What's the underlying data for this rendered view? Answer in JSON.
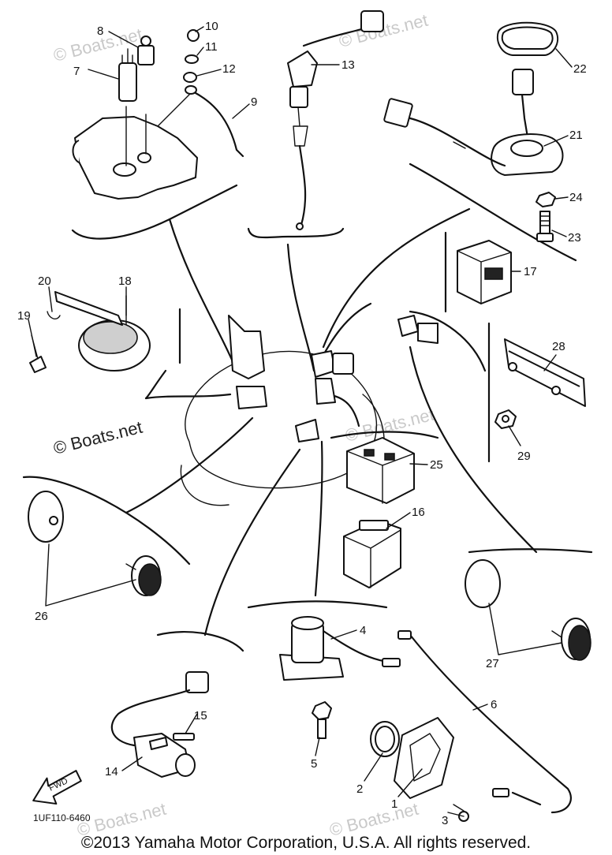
{
  "watermarks": {
    "main": "© Boats.net",
    "faint": "© Boats.net"
  },
  "diagram_code": "1UF110-6460",
  "fwd_label": "FWD",
  "copyright": "©2013 Yamaha Motor Corporation, U.S.A. All rights reserved.",
  "part_numbers": {
    "p1": "1",
    "p2": "2",
    "p3": "3",
    "p4": "4",
    "p5": "5",
    "p6": "6",
    "p7": "7",
    "p8": "8",
    "p9": "9",
    "p10": "10",
    "p11": "11",
    "p12": "12",
    "p13": "13",
    "p14": "14",
    "p15": "15",
    "p16": "16",
    "p17": "17",
    "p18": "18",
    "p19": "19",
    "p20": "20",
    "p21": "21",
    "p22": "22",
    "p23": "23",
    "p24": "24",
    "p25": "25",
    "p26": "26",
    "p27": "27",
    "p28": "28",
    "p29": "29"
  }
}
